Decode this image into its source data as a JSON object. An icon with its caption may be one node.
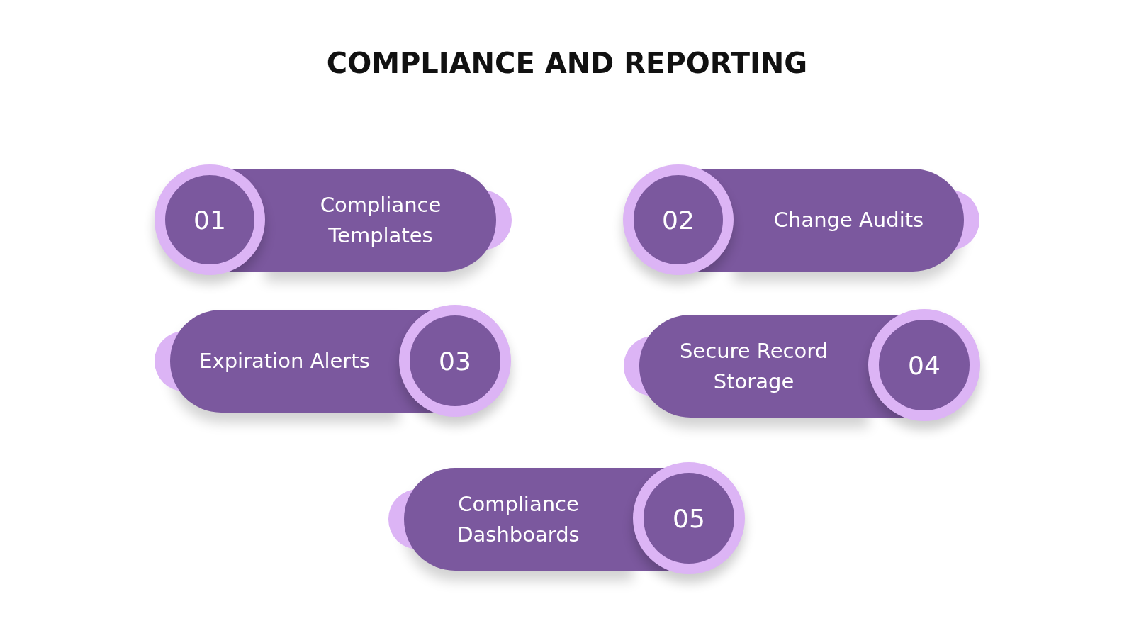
{
  "diagram": {
    "title": "COMPLIANCE AND REPORTING",
    "nodes": [
      {
        "text": [
          "01"
        ]
      },
      {
        "text": [
          "Compliance Templates"
        ]
      },
      {
        "text": [
          "02"
        ]
      },
      {
        "text": [
          "Change Audits"
        ]
      },
      {
        "text": [
          "Expiration Alerts"
        ]
      },
      {
        "text": [
          "03"
        ]
      },
      {
        "text": [
          "Secure Record Storage"
        ]
      },
      {
        "text": [
          "04"
        ]
      },
      {
        "text": [
          "Compliance Dashboards"
        ]
      },
      {
        "text": [
          "05"
        ]
      }
    ]
  }
}
